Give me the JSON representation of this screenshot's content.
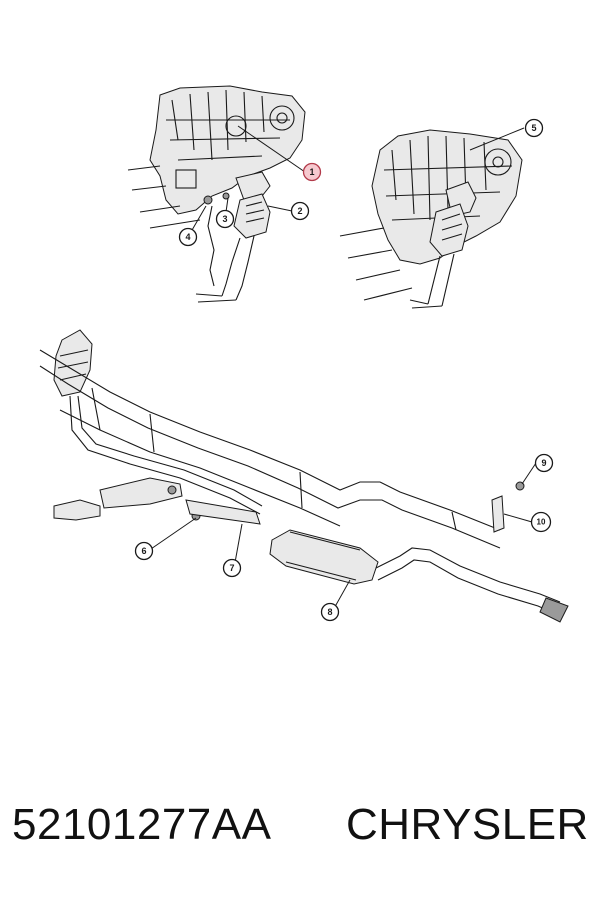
{
  "callouts": {
    "c1": "1",
    "c2": "2",
    "c3": "3",
    "c4": "4",
    "c5": "5",
    "c6": "6",
    "c7": "7",
    "c8": "8",
    "c9": "9",
    "c10": "10"
  },
  "highlight_color": "#f6c9cf",
  "caption": {
    "part_number": "52101277AA",
    "brand": "CHRYSLER"
  }
}
